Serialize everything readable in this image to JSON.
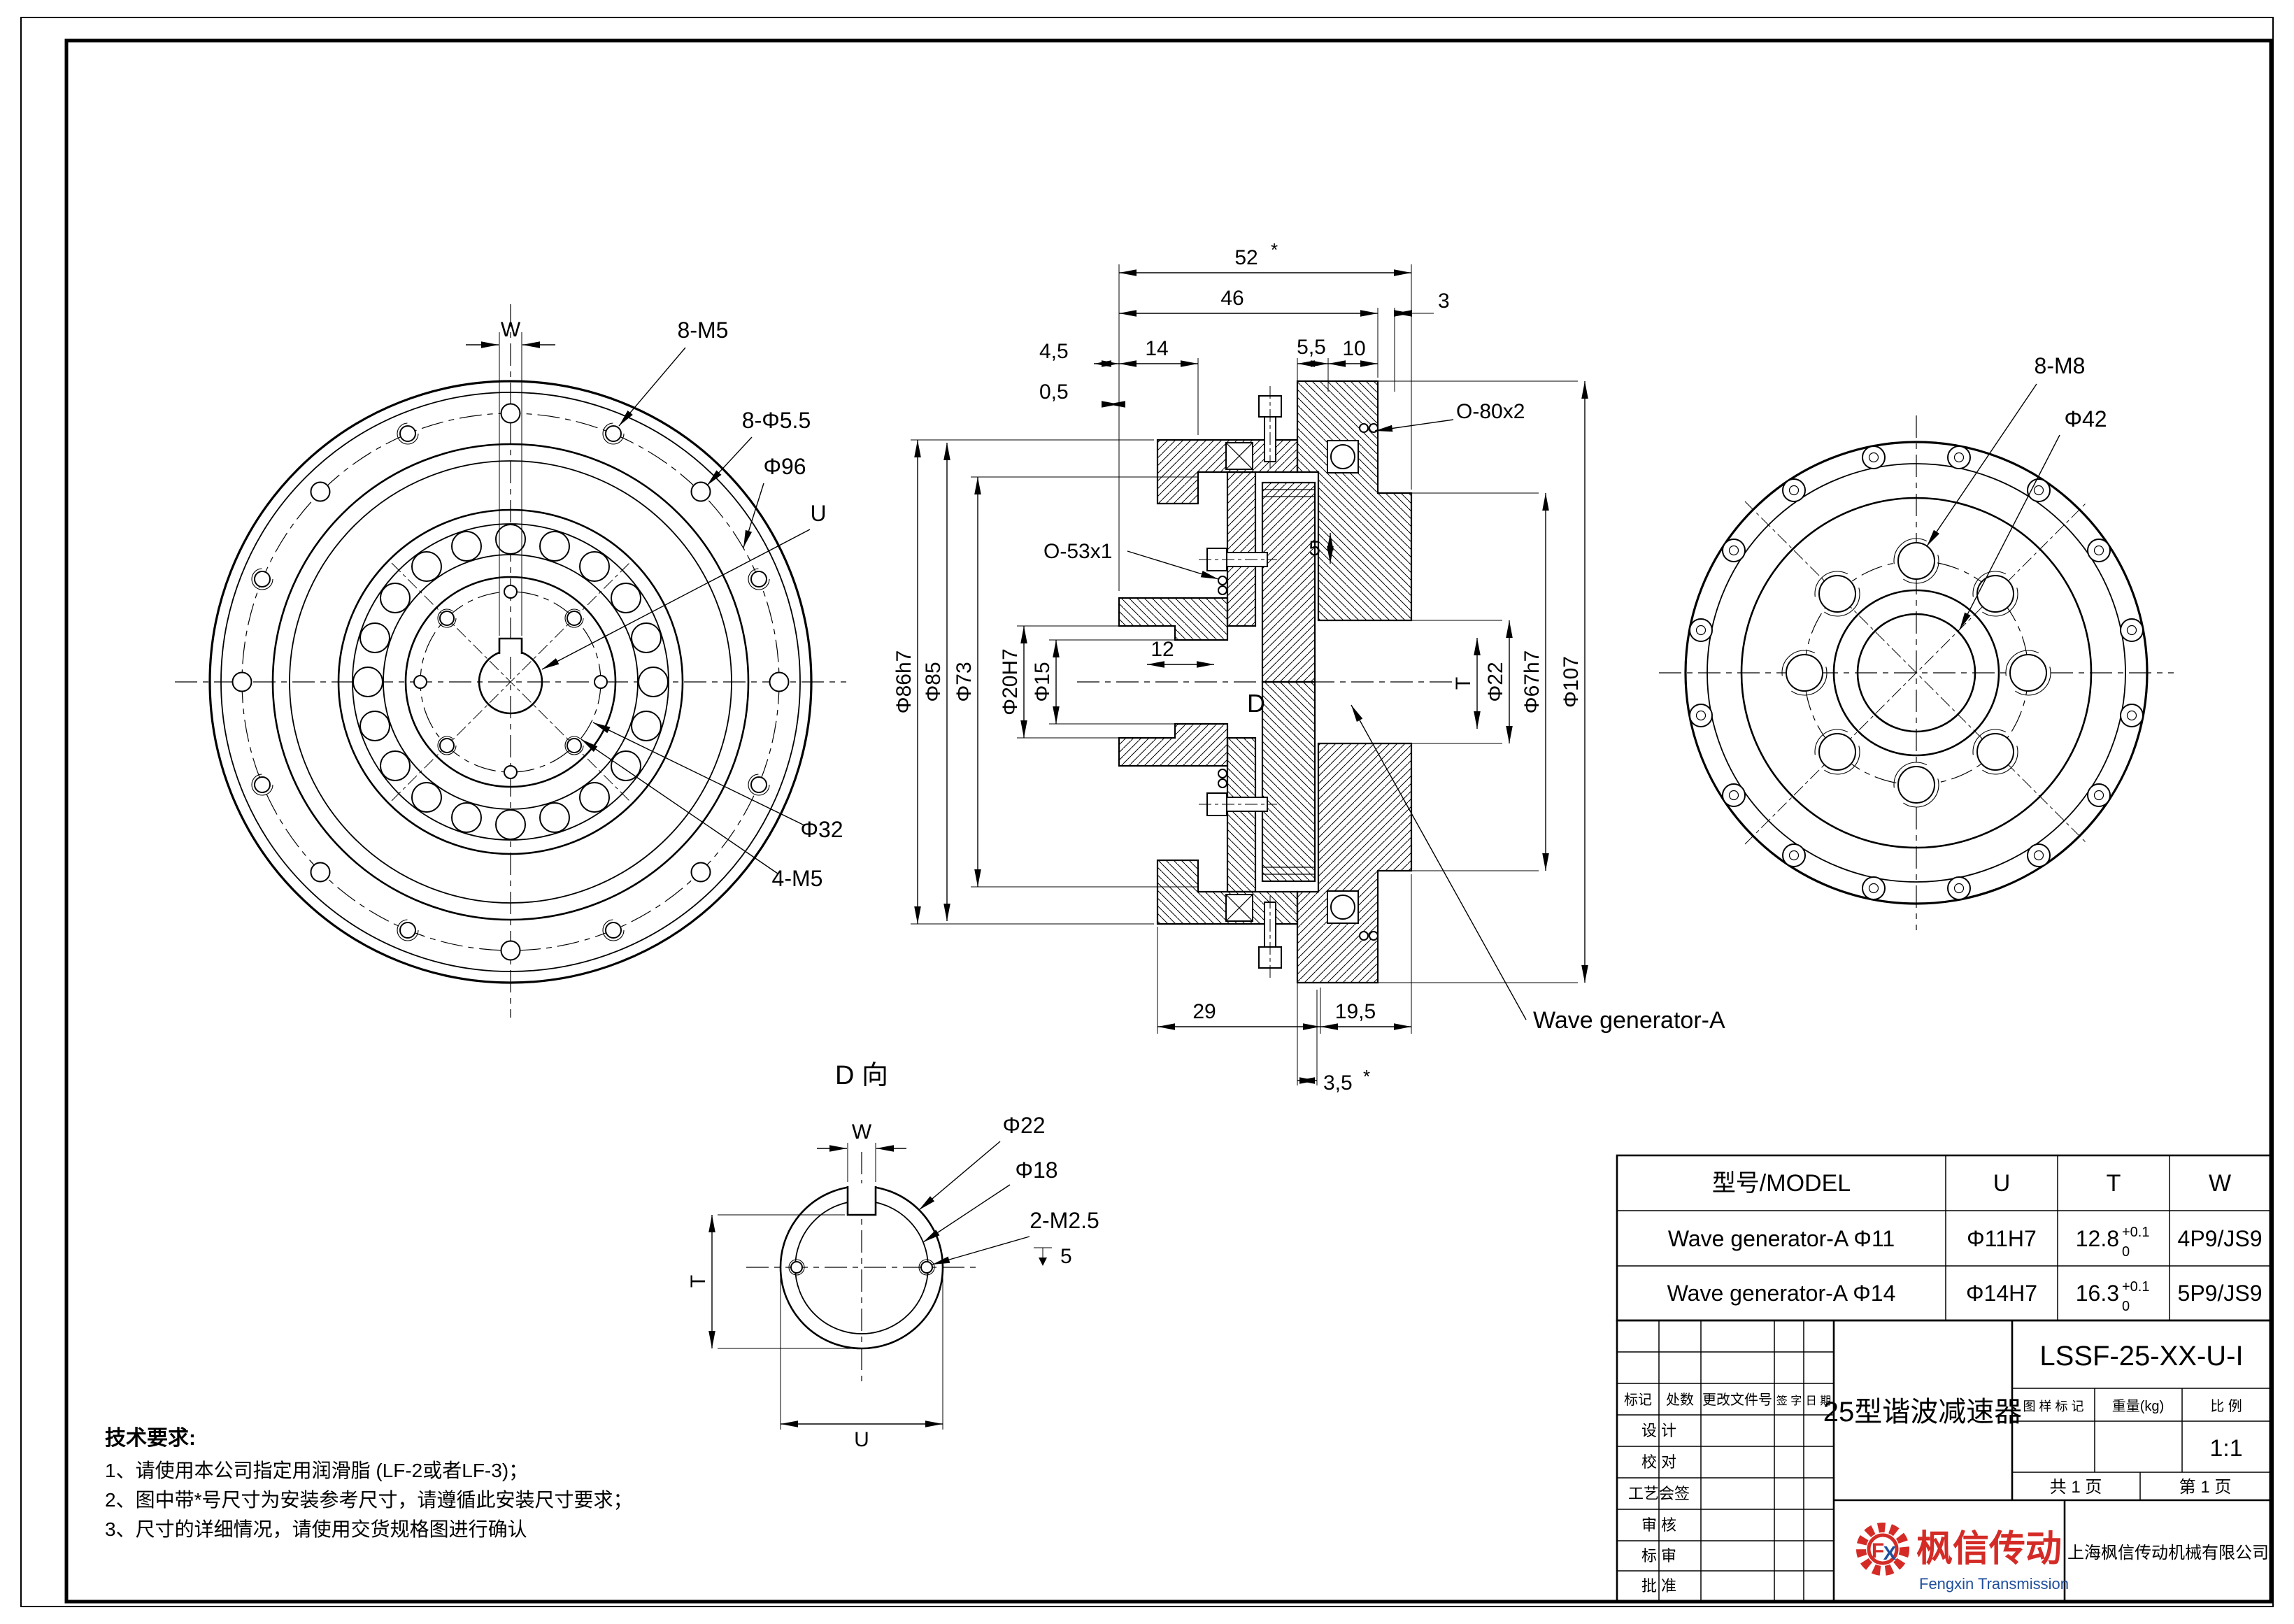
{
  "views": {
    "front": {
      "w": "W",
      "m5": "8-M5",
      "d55": "8-Φ5.5",
      "d96": "Φ96",
      "u": "U",
      "d32": "Φ32",
      "m5i": "4-M5"
    },
    "section": {
      "d52": "52",
      "star": "*",
      "d46": "46",
      "d3": "3",
      "d45": "4,5",
      "d14": "14",
      "d55": "5,5",
      "d10": "10",
      "d05": "0,5",
      "oring_r": "O-80x2",
      "oring_l": "O-53x1",
      "d86": "Φ86h7",
      "d85": "Φ85",
      "d73": "Φ73",
      "d20": "Φ20H7",
      "d15": "Φ15",
      "d12": "12",
      "d5": "5",
      "datum": "D",
      "t": "T",
      "d22": "Φ22",
      "d67": "Φ67h7",
      "d107": "Φ107",
      "d29": "29",
      "d195": "19,5",
      "d35": "3,5",
      "wave": "Wave generator-A"
    },
    "output": {
      "m8": "8-M8",
      "d42": "Φ42"
    },
    "detail": {
      "title": "D 向",
      "w": "W",
      "d22": "Φ22",
      "d18": "Φ18",
      "m25": "2-M2.5",
      "depth": "5",
      "t": "T",
      "u": "U"
    }
  },
  "tech": {
    "title": "技术要求:",
    "l1": "1、请使用本公司指定用润滑脂 (LF-2或者LF-3)；",
    "l2": "2、图中带*号尺寸为安装参考尺寸，请遵循此安装尺寸要求；",
    "l3": "3、尺寸的详细情况，请使用交货规格图进行确认"
  },
  "spec": {
    "h_model": "型号/MODEL",
    "h_u": "U",
    "h_t": "T",
    "h_w": "W",
    "r1_model": "Wave generator-A Φ11",
    "r1_u": "Φ11H7",
    "r1_t": "12.8",
    "r1_tu": "+0.1",
    "r1_td": "0",
    "r1_w": "4P9/JS9",
    "r2_model": "Wave generator-A Φ14",
    "r2_u": "Φ14H7",
    "r2_t": "16.3",
    "r2_tu": "+0.1",
    "r2_td": "0",
    "r2_w": "5P9/JS9"
  },
  "tb": {
    "no": "LSSF-25-XX-U-I",
    "name": "25型谐波减速器",
    "mark": "标记",
    "count": "处数",
    "doc": "更改文件号",
    "sign": "签 字",
    "date": "日 期",
    "design": "设 计",
    "check": "校 对",
    "process": "工艺会签",
    "audit": "审 核",
    "std": "标 审",
    "approve": "批 准",
    "mark2": "图 样 标 记",
    "weight": "重量(kg)",
    "scale": "比 例",
    "scale_v": "1:1",
    "pages": "共 1 页",
    "page": "第 1 页",
    "brand_f": "F",
    "brand_x": "X",
    "brand_cn": "枫信传动",
    "brand_en": "Fengxin Transmission",
    "company": "上海枫信传动机械有限公司"
  },
  "colors": {
    "line": "#000000",
    "brand_red": "#d42b26",
    "brand_blue": "#1f4f9c"
  }
}
